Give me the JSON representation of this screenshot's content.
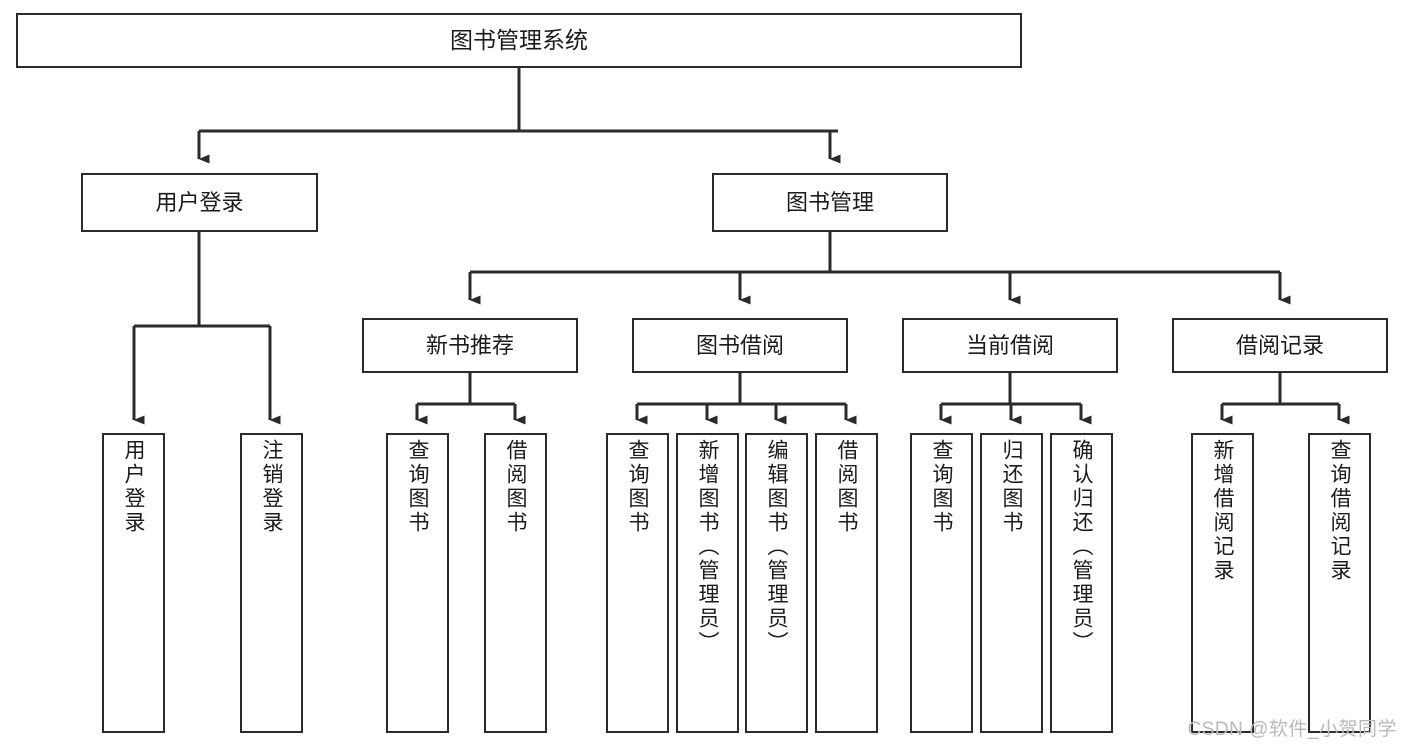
{
  "diagram": {
    "title": "图书管理系统",
    "type": "tree",
    "watermark": "CSDN @软件_小贺同学",
    "stroke_color": "#2b2b2b",
    "fill_color": "#ffffff",
    "text_color": "#1b1b1b",
    "root": {
      "label": "图书管理系统"
    },
    "level2": [
      {
        "label": "用户登录"
      },
      {
        "label": "图书管理"
      }
    ],
    "level3": [
      {
        "label": "新书推荐"
      },
      {
        "label": "图书借阅"
      },
      {
        "label": "当前借阅"
      },
      {
        "label": "借阅记录"
      }
    ],
    "leaves": {
      "user_login": [
        {
          "label": "用户登录"
        },
        {
          "label": "注销登录"
        }
      ],
      "new_book_recommend": [
        {
          "label": "查询图书"
        },
        {
          "label": "借阅图书"
        }
      ],
      "book_borrow": [
        {
          "label": "查询图书"
        },
        {
          "label": "新增图书（管理员）"
        },
        {
          "label": "编辑图书（管理员）"
        },
        {
          "label": "借阅图书"
        }
      ],
      "current_borrow": [
        {
          "label": "查询图书"
        },
        {
          "label": "归还图书"
        },
        {
          "label": "确认归还（管理员）"
        }
      ],
      "borrow_record": [
        {
          "label": "新增借阅记录"
        },
        {
          "label": "查询借阅记录"
        }
      ]
    }
  }
}
